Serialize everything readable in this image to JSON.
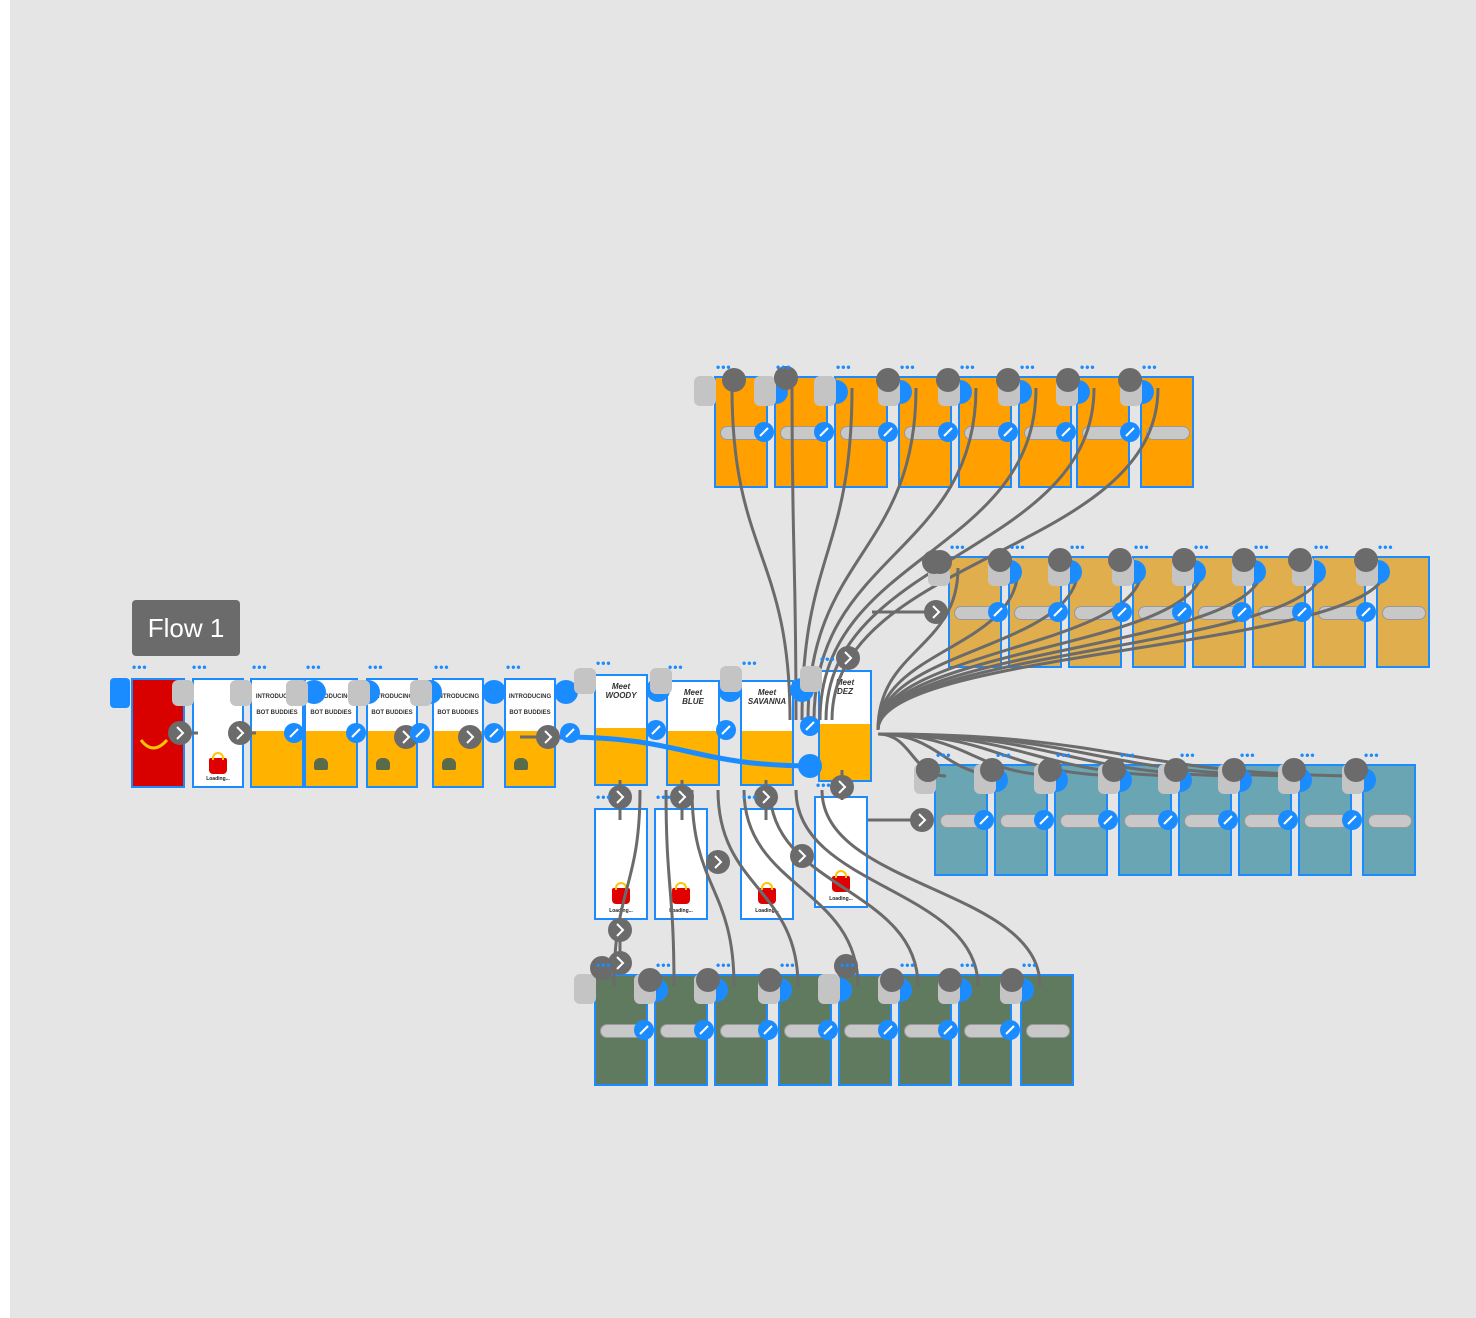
{
  "flow": {
    "label": "Flow 1"
  },
  "artboard_text": {
    "introducing": "INTRODUCING",
    "bot_buddies": "BOT BUDDIES",
    "loading": "Loading...",
    "meet_woody": "Meet\nWOODY",
    "meet_blue": "Meet\nBLUE",
    "meet_savanna": "Meet\nSAVANNA",
    "meet_dez": "Meet\nDEZ"
  },
  "colors": {
    "canvas": "#e5e5e5",
    "selection": "#1a8cff",
    "connector": "#6b6b6b",
    "red": "#d90000",
    "orange": "#ffa000",
    "gold": "#e0ae4c",
    "teal": "#6aa5b3",
    "green": "#5f7a5f",
    "yellow": "#ffb300"
  },
  "icons": {
    "connector_handle": "gray-arrow-handle",
    "edit_handle": "blue-edit-handle",
    "more": "more-dots-icon"
  }
}
